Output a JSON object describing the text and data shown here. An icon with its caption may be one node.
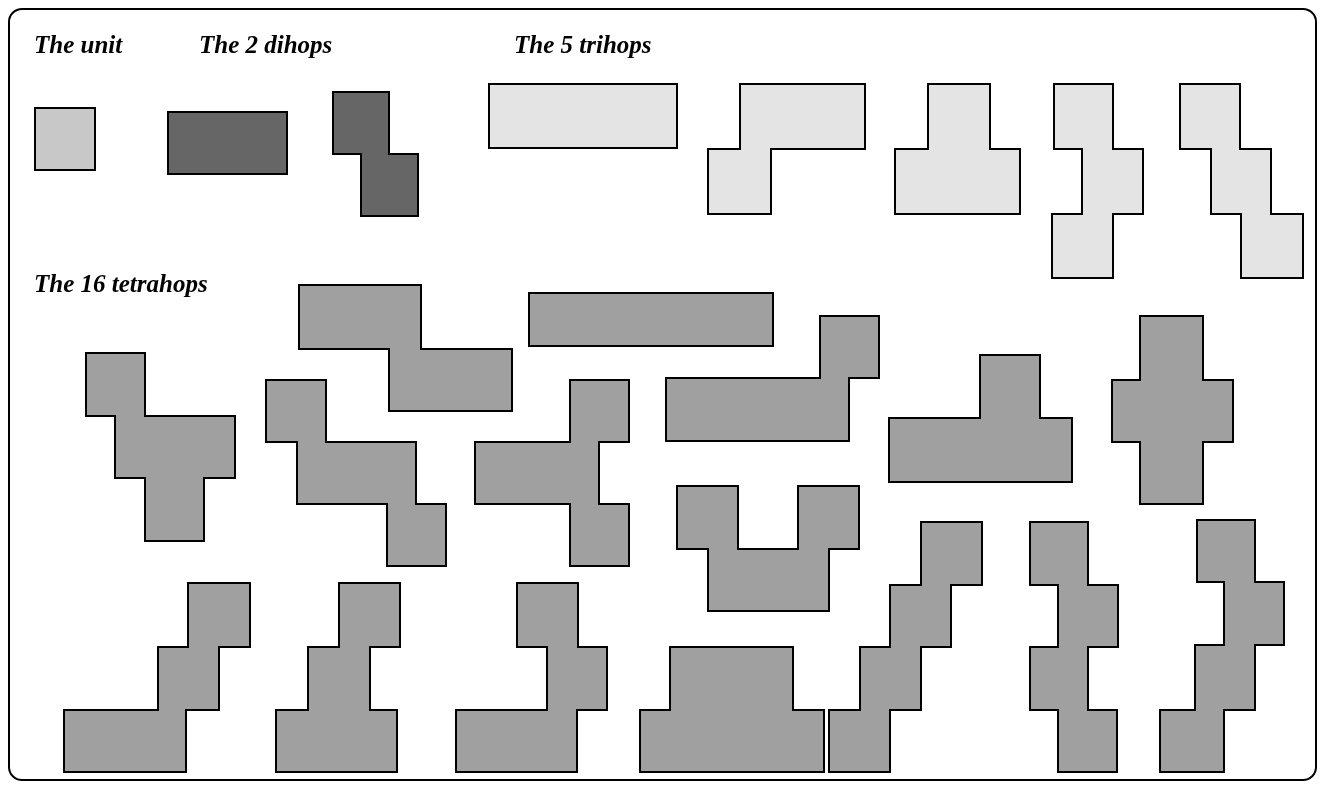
{
  "diagram": {
    "labels": [
      "The unit",
      "The 2 dihops",
      "The 5 trihops",
      "The 16 tetrahops"
    ]
  }
}
